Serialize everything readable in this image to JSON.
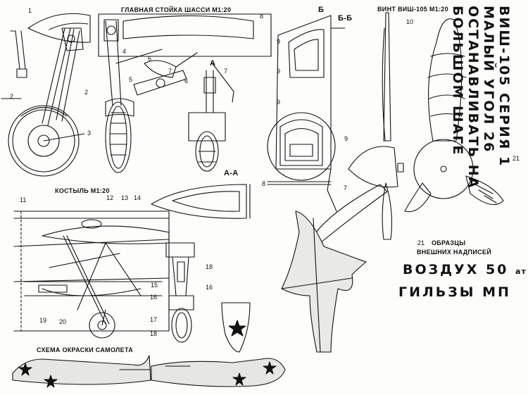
{
  "titles": {
    "main_gear": "ГЛАВНАЯ СТОЙКА ШАССИ М1:20",
    "tailwheel": "КОСТЫЛЬ М1:20",
    "propeller": "ВИНТ ВИШ-105 М1:20",
    "paint_scheme": "СХЕМА ОКРАСКИ САМОЛЕТА",
    "section_aa": "А-А",
    "section_bb": "Б-Б",
    "section_b": "Б",
    "section_a": "А"
  },
  "prop_notes": [
    "ВИШ-105 СЕРИЯ 1",
    "МАЛЫЙ УГОЛ 26",
    "ОСТАНАВЛИВАТЬ НА",
    "БОЛЬШОМ ШАГЕ"
  ],
  "inscriptions": {
    "header_line1": "ОБРАЗЦЫ",
    "header_line2": "ВНЕШНИХ НАДПИСЕЙ",
    "sample1": "ВОЗДУХ 50",
    "sample1_unit": "ат",
    "sample2": "ГИЛЬЗЫ МП"
  },
  "callouts": [
    "1",
    "2",
    "3",
    "4",
    "5",
    "6",
    "7",
    "8",
    "9",
    "10",
    "11",
    "12",
    "13",
    "14",
    "15",
    "16",
    "17",
    "18",
    "19",
    "20",
    "21"
  ]
}
